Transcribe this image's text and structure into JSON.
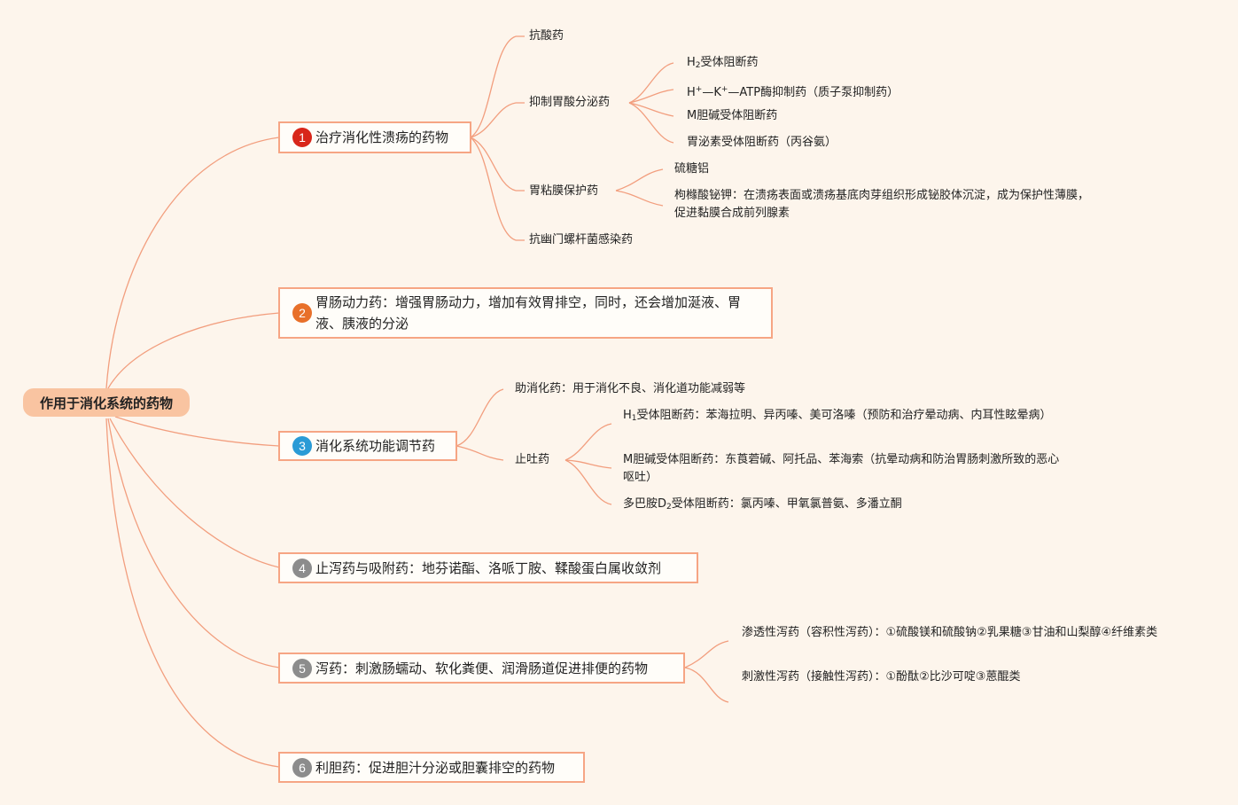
{
  "root": "作用于消化系统的药物",
  "colors": {
    "background": "#fdf5ec",
    "line": "#f29e7e",
    "root_fill": "#f9c4a1",
    "branch_border": "#f6a584",
    "badge_1": "#d8261a",
    "badge_2": "#e8702a",
    "badge_3": "#2a9bd6",
    "badge_456": "#8c8c8c"
  },
  "b1": {
    "num": "1",
    "label": "治疗消化性溃疡的药物",
    "antacid": "抗酸药",
    "inhibit": "抑制胃酸分泌药",
    "h2_pre": "H",
    "h2_sub": "2",
    "h2_post": "受体阻断药",
    "ppi_h": "H",
    "ppi_plus1": "+",
    "ppi_mid": "—K",
    "ppi_plus2": "+",
    "ppi_post": "—ATP酶抑制药（质子泵抑制药）",
    "m_blocker": "M胆碱受体阻断药",
    "gastrin": "胃泌素受体阻断药（丙谷氨）",
    "protect": "胃粘膜保护药",
    "sucralfate": "硫糖铝",
    "bismuth": "枸橼酸铋钾：在溃疡表面或溃疡基底肉芽组织形成铋胶体沉淀，成为保护性薄膜，促进黏膜合成前列腺素",
    "hp": "抗幽门螺杆菌感染药"
  },
  "b2": {
    "num": "2",
    "label": "胃肠动力药：增强胃肠动力，增加有效胃排空，同时，还会增加涎液、胃液、胰液的分泌"
  },
  "b3": {
    "num": "3",
    "label": "消化系统功能调节药",
    "digest": "助消化药：用于消化不良、消化道功能减弱等",
    "antiemetic": "止吐药",
    "h1_pre": "H",
    "h1_sub": "1",
    "h1_post": "受体阻断药：苯海拉明、异丙嗪、美可洛嗪（预防和治疗晕动病、内耳性眩晕病）",
    "m_item": "M胆碱受体阻断药：东莨菪碱、阿托品、苯海索（抗晕动病和防治胃肠刺激所致的恶心呕吐）",
    "d2_pre": "多巴胺D",
    "d2_sub": "2",
    "d2_post": "受体阻断药：氯丙嗪、甲氧氯普氨、多潘立酮"
  },
  "b4": {
    "num": "4",
    "label": "止泻药与吸附药：地芬诺酯、洛哌丁胺、鞣酸蛋白属收敛剂"
  },
  "b5": {
    "num": "5",
    "label": "泻药：刺激肠蠕动、软化粪便、润滑肠道促进排便的药物",
    "osmotic": "渗透性泻药（容积性泻药）：①硫酸镁和硫酸钠②乳果糖③甘油和山梨醇④纤维素类",
    "stimulant": "刺激性泻药（接触性泻药）：①酚酞②比沙可啶③蒽醌类"
  },
  "b6": {
    "num": "6",
    "label": "利胆药：促进胆汁分泌或胆囊排空的药物"
  }
}
